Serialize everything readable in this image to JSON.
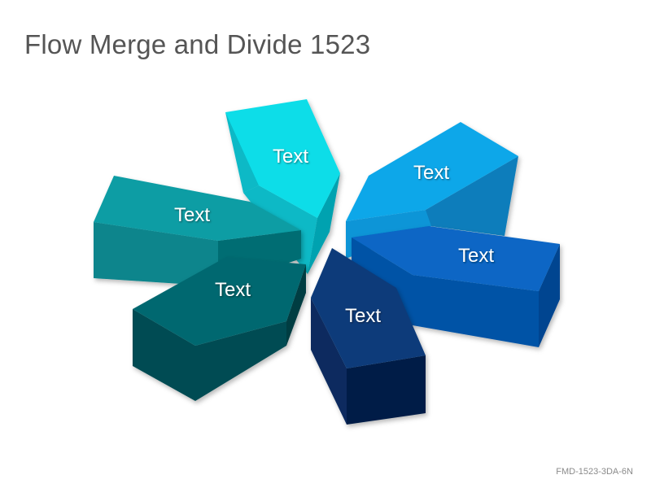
{
  "slide": {
    "title": "Flow Merge and Divide 1523",
    "footer_code": "FMD-1523-3DA-6N"
  },
  "blocks": [
    {
      "id": "block-top",
      "label": "Text",
      "top_color": "#0ADDE8",
      "side_color": "#07B9C6",
      "dark_color": "#05A2B0"
    },
    {
      "id": "block-upper-right",
      "label": "Text",
      "top_color": "#0FA7E9",
      "side_color": "#0C95D7",
      "dark_color": "#087DBB"
    },
    {
      "id": "block-right",
      "label": "Text",
      "top_color": "#0766C5",
      "side_color": "#0553A6",
      "dark_color": "#044590"
    },
    {
      "id": "block-bottom",
      "label": "Text",
      "top_color": "#0B3B7A",
      "side_color": "#082B5E",
      "dark_color": "#061F47"
    },
    {
      "id": "block-lower-left",
      "label": "Text",
      "top_color": "#06686F",
      "side_color": "#044C53",
      "dark_color": "#033D42"
    },
    {
      "id": "block-left",
      "label": "Text",
      "top_color": "#0A9DA4",
      "side_color": "#07858C",
      "dark_color": "#066D73"
    }
  ]
}
